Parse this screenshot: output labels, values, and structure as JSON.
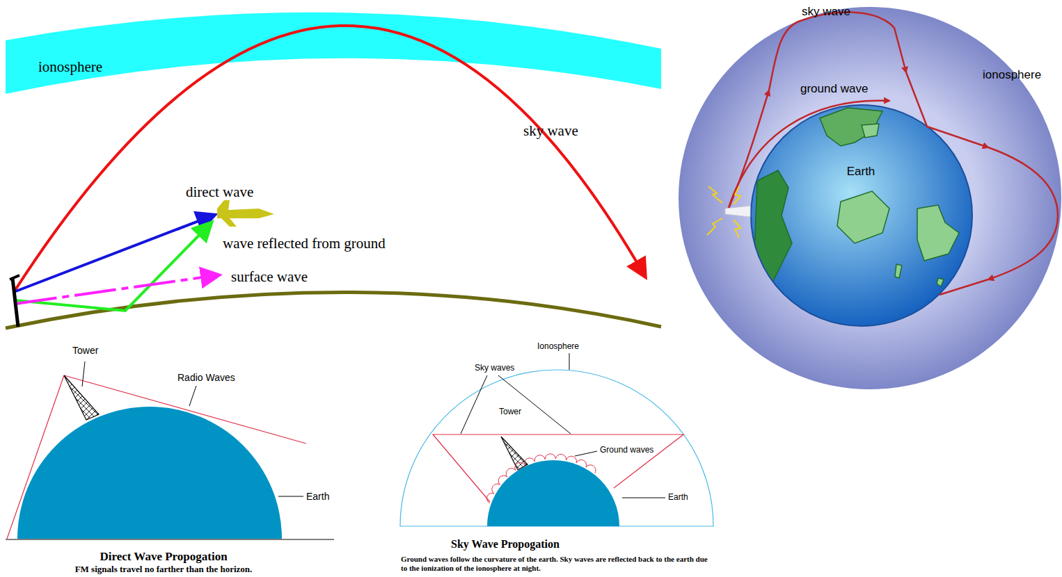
{
  "diagram": {
    "nodes": [
      {
        "text": [
          "ionosphere"
        ]
      },
      {
        "text": [
          "ionosphere"
        ]
      },
      {
        "text": [
          "Earth"
        ],
        "in": 1
      }
    ],
    "labels": [
      "sky wave",
      "direct wave",
      "wave reflected from ground",
      "surface wave",
      "sky wave",
      "ground wave",
      "Tower",
      "Radio Waves",
      "Earth",
      "Direct Wave Propogation",
      "FM signals travel no farther than the horizon.",
      "Ionosphere",
      "Sky waves",
      "Tower",
      "Ground waves",
      "Earth",
      "Sky Wave Propogation",
      "Ground waves follow the curvature of the earth.  Sky waves are reflected back to the earth due to the ionization of the ionosphere at night."
    ]
  }
}
